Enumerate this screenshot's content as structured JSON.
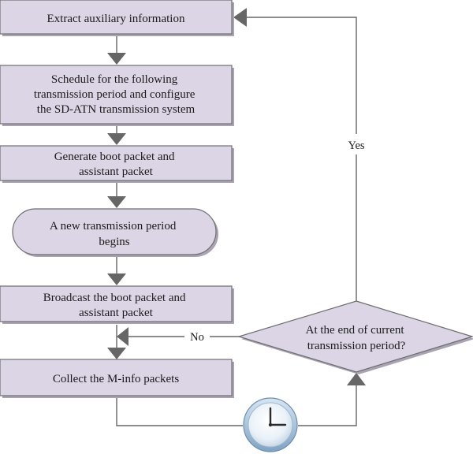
{
  "diagram": {
    "nodes": {
      "extract": {
        "lines": [
          "Extract auxiliary information"
        ]
      },
      "schedule": {
        "lines": [
          "Schedule for the following",
          "transmission period and configure",
          "the SD-ATN transmission system"
        ]
      },
      "generate": {
        "lines": [
          "Generate boot packet and",
          "assistant packet"
        ]
      },
      "period_begins": {
        "lines": [
          "A new transmission period",
          "begins"
        ]
      },
      "broadcast": {
        "lines": [
          "Broadcast the boot packet and",
          "assistant packet"
        ]
      },
      "collect": {
        "lines": [
          "Collect the M-info packets"
        ]
      },
      "decision": {
        "lines": [
          "At the end of current",
          "transmission period?"
        ]
      }
    },
    "edge_labels": {
      "yes": "Yes",
      "no": "No"
    },
    "icons": {
      "timer": "clock-icon"
    }
  }
}
